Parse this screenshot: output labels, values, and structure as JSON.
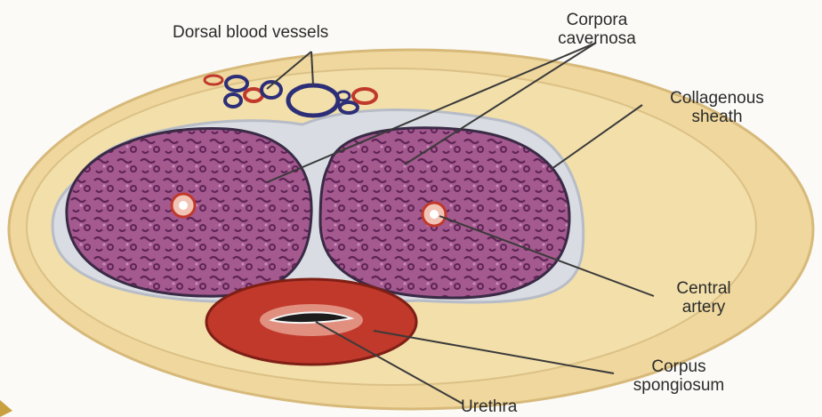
{
  "labels": {
    "dorsal_vessels": "Dorsal blood vessels",
    "corpora_line1": "Corpora",
    "corpora_line2": "cavernosa",
    "collagenous_line1": "Collagenous",
    "collagenous_line2": "sheath",
    "central_line1": "Central",
    "central_line2": "artery",
    "spongiosum_line1": "Corpus",
    "spongiosum_line2": "spongiosum",
    "urethra": "Urethra"
  },
  "colors": {
    "background": "#fbfaf7",
    "outer_skin": "#efd79d",
    "sheath": "#d9dce2",
    "cavernosa_fill": "#9b4f86",
    "cavernosa_pattern": "#6b2a60",
    "spongiosum": "#c0392b",
    "leader_lines": "#3a3a3a"
  }
}
